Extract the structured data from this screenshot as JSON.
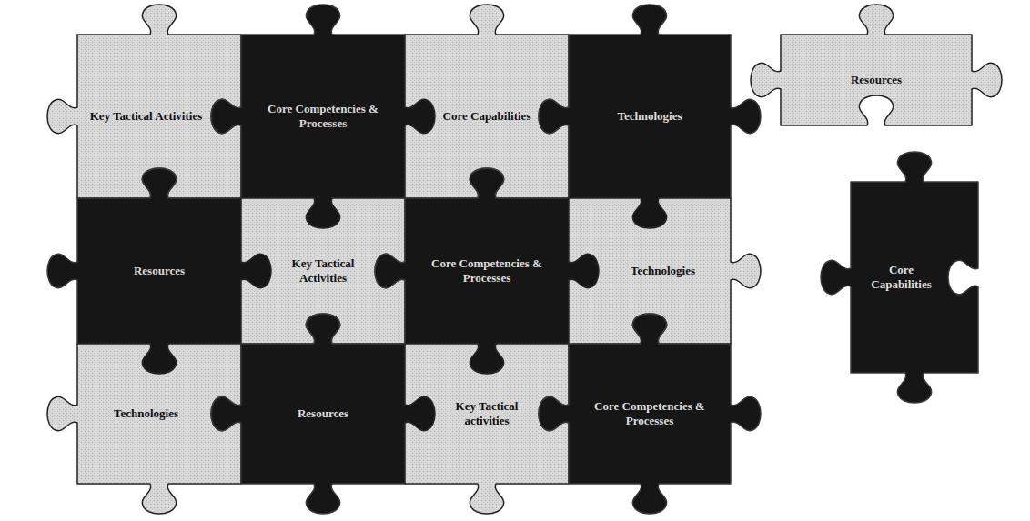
{
  "diagram": {
    "nodes": [
      {
        "text": [
          "Key Tactical Activities"
        ]
      },
      {
        "text": [
          "Core Competencies & Processes"
        ]
      },
      {
        "text": [
          "Core Capabilities"
        ]
      },
      {
        "text": [
          "Technologies"
        ]
      },
      {
        "text": [
          "Resources"
        ]
      },
      {
        "text": [
          "Key Tactical Activities"
        ]
      },
      {
        "text": [
          "Core Competencies & Processes"
        ]
      },
      {
        "text": [
          "Technologies"
        ]
      },
      {
        "text": [
          "Technologies"
        ]
      },
      {
        "text": [
          "Resources"
        ]
      },
      {
        "text": [
          "Key Tactical activities"
        ]
      },
      {
        "text": [
          "Core Competencies & Processes"
        ]
      },
      {
        "text": [
          "Resources"
        ]
      },
      {
        "text": [
          "Core Capabilities"
        ]
      }
    ]
  }
}
